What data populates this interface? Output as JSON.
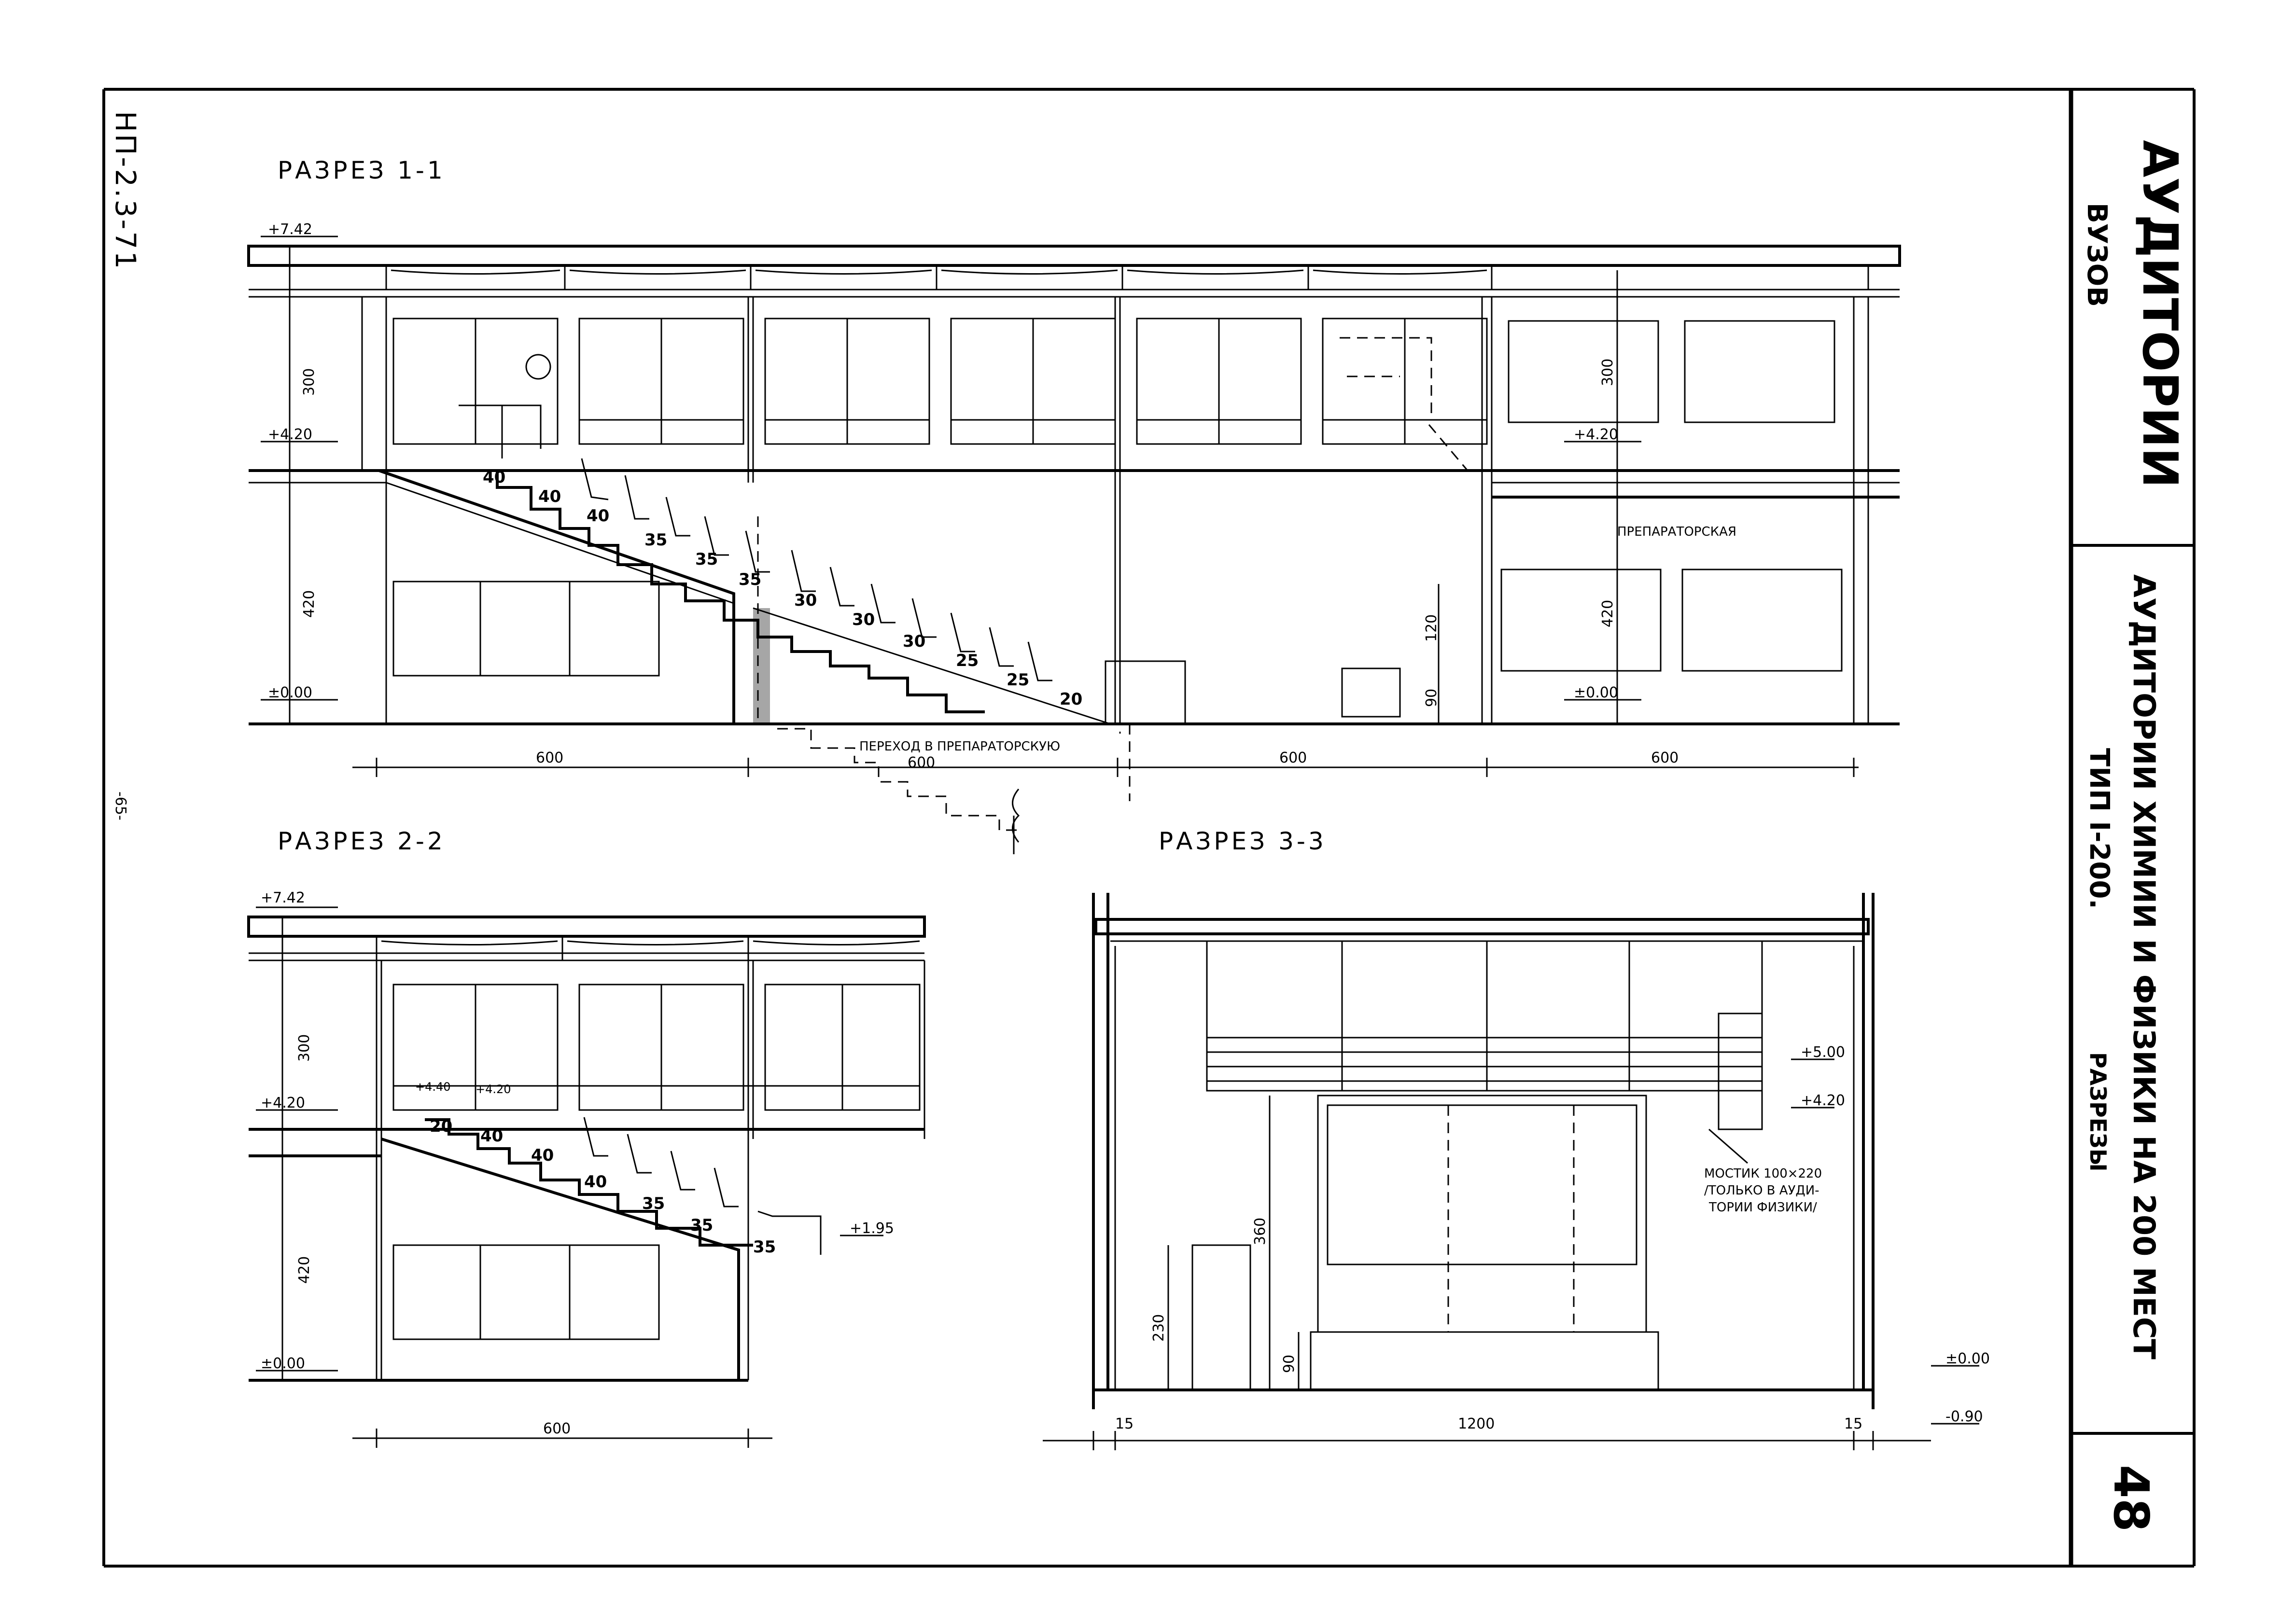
{
  "sheet_code": "НП-2.3-71",
  "page_number": "-65-",
  "title_block": {
    "title": "АУДИТОРИИ",
    "subtitle": "ВУЗОВ",
    "project": "АУДИТОРИИ ХИМИИ И ФИЗИКИ НА 200 МЕСТ",
    "type": "ТИП  I-200.",
    "sheet_type": "РАЗРЕЗЫ",
    "sheet_number": "48"
  },
  "section_1": {
    "label": "РАЗРЕЗ 1-1",
    "levels": [
      "+7.42",
      "+4.20",
      "±0.00",
      "+4.20",
      "±0.00"
    ],
    "heights": [
      "300",
      "420",
      "120",
      "90",
      "300",
      "420"
    ],
    "seat_steps": [
      "40",
      "40",
      "40",
      "35",
      "35",
      "35",
      "30",
      "30",
      "30",
      "25",
      "25",
      "20"
    ],
    "room_label": "ПРЕПАРАТОРСКАЯ",
    "passage_label": "ПЕРЕХОД В ПРЕПАРАТОРСКУЮ",
    "spans": [
      "600",
      "600",
      "600",
      "600"
    ]
  },
  "section_2": {
    "label": "РАЗРЕЗ 2-2",
    "levels": [
      "+7.42",
      "+4.20",
      "±0.00",
      "+4.40",
      "+4.20",
      "+1.95"
    ],
    "heights": [
      "300",
      "420"
    ],
    "seat_steps": [
      "20",
      "40",
      "40",
      "40",
      "35",
      "35",
      "35"
    ],
    "spans": [
      "600"
    ]
  },
  "section_3": {
    "label": "РАЗРЕЗ 3-3",
    "levels": [
      "+5.00",
      "+4.20",
      "±0.00",
      "-0.90"
    ],
    "heights": [
      "360",
      "230",
      "90"
    ],
    "bridge_note": [
      "МОСТИК 100×220",
      "/ТОЛЬКО В АУДИ-",
      "ТОРИИ ФИЗИКИ/"
    ],
    "spans": [
      "15",
      "1200",
      "15"
    ]
  }
}
